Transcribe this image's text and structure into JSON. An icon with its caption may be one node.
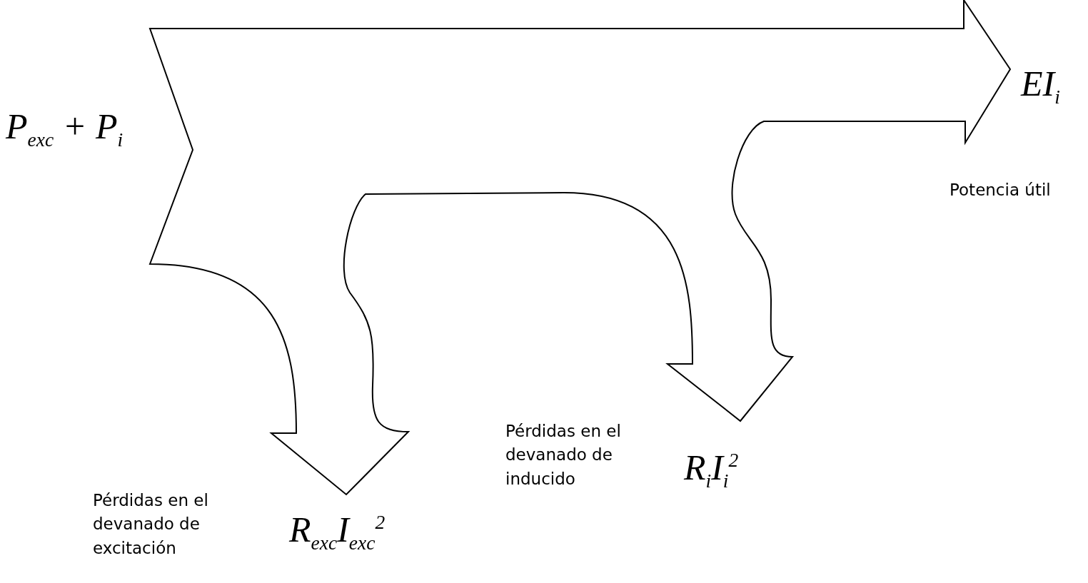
{
  "diagram": {
    "labels": [
      "P$_{exc}$ + P$_{i}$",
      "EI$_{i}$",
      "Potencia útil",
      "Pérdidas en el devanado de inducido",
      "R$_{i}$I$_{i}$$^{2}$",
      "Pérdidas en el devanado de excitación",
      "R$_{exc}$I$_{exc}$$^{2}$"
    ]
  }
}
